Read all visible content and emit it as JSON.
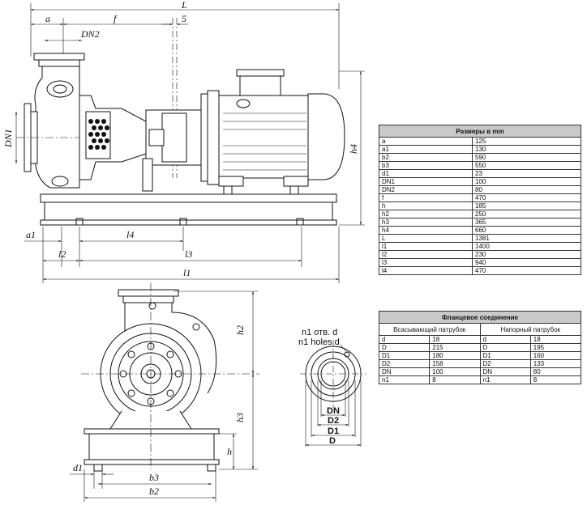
{
  "dimension_labels": {
    "L": "L",
    "a": "a",
    "f": "f",
    "five": "5",
    "DN2": "DN2",
    "DN1": "DN1",
    "h4": "h4",
    "a1": "a1",
    "l4": "l4",
    "l2": "l2",
    "l3": "l3",
    "l1": "l1",
    "h2": "h2",
    "h3": "h3",
    "h": "h",
    "d1": "d1",
    "b3": "b3",
    "b2": "b2"
  },
  "flange_view": {
    "holes_ru": "n1 отв. d",
    "holes_en": "n1 holes d",
    "DN": "DN",
    "D2": "D2",
    "D1": "D1",
    "D": "D"
  },
  "sizes_table": {
    "title": "Размеры в mm",
    "rows": [
      {
        "k": "a",
        "v": "125"
      },
      {
        "k": "a1",
        "v": "130"
      },
      {
        "k": "b2",
        "v": "590"
      },
      {
        "k": "b3",
        "v": "550"
      },
      {
        "k": "d1",
        "v": "23"
      },
      {
        "k": "DN1",
        "v": "100"
      },
      {
        "k": "DN2",
        "v": "80"
      },
      {
        "k": "f",
        "v": "470"
      },
      {
        "k": "h",
        "v": "185"
      },
      {
        "k": "h2",
        "v": "250"
      },
      {
        "k": "h3",
        "v": "365"
      },
      {
        "k": "h4",
        "v": "660"
      },
      {
        "k": "L",
        "v": "1381"
      },
      {
        "k": "l1",
        "v": "1400"
      },
      {
        "k": "l2",
        "v": "230"
      },
      {
        "k": "l3",
        "v": "940"
      },
      {
        "k": "l4",
        "v": "470"
      }
    ]
  },
  "flange_table": {
    "title": "Фланцевое соединение",
    "suction_header": "Всасывающий патрубок",
    "discharge_header": "Напорный патрубок",
    "rows": [
      {
        "k1": "d",
        "v1": "18",
        "k2": "d",
        "v2": "18"
      },
      {
        "k1": "D",
        "v1": "215",
        "k2": "D",
        "v2": "195"
      },
      {
        "k1": "D1",
        "v1": "180",
        "k2": "D1",
        "v2": "160"
      },
      {
        "k1": "D2",
        "v1": "158",
        "k2": "D2",
        "v2": "133"
      },
      {
        "k1": "DN",
        "v1": "100",
        "k2": "DN",
        "v2": "80"
      },
      {
        "k1": "n1",
        "v1": "8",
        "k2": "n1",
        "v2": "8"
      }
    ]
  }
}
